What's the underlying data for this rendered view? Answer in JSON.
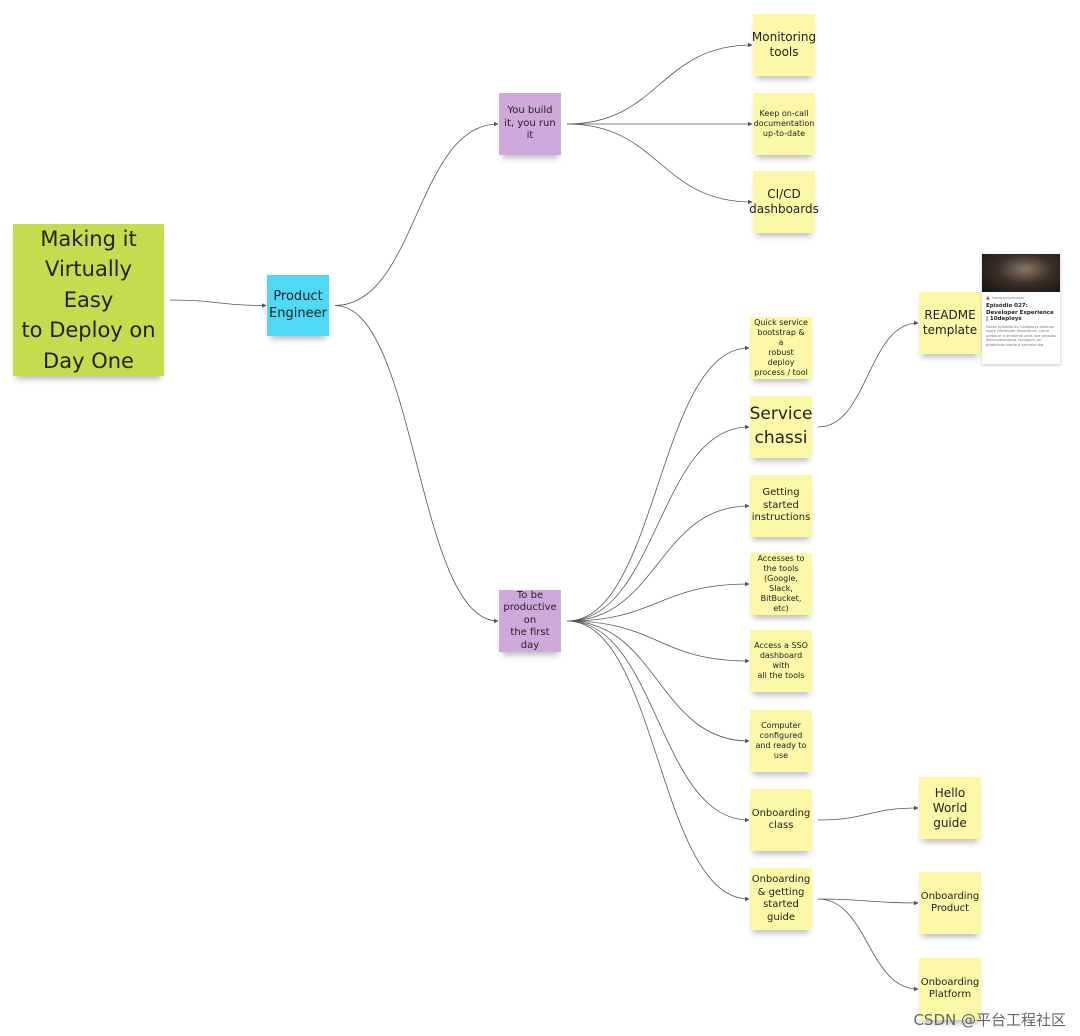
{
  "notes": {
    "root": "Making it\nVirtually Easy\nto Deploy on\nDay One",
    "product_engineer": "Product\nEngineer",
    "you_build": "You build\nit, you run\nit",
    "productive": "To be\nproductive on\nthe first day",
    "monitoring": "Monitoring\ntools",
    "oncall": "Keep on-call\ndocumentation\nup-to-date",
    "cicd": "CI/CD\ndashboards",
    "bootstrap": "Quick service\nbootstrap & a\nrobust deploy\nprocess / tool",
    "chassi": "Service\nchassi",
    "readme": "README\ntemplate",
    "getting_started": "Getting\nstarted\ninstructions",
    "accesses": "Accesses to\nthe tools\n(Google, Slack,\nBitBucket, etc)",
    "sso": "Access a SSO\ndashboard with\nall the tools",
    "computer": "Computer\nconfigured\nand ready to\nuse",
    "onboarding_class": "Onboarding\nclass",
    "hello_world": "Hello\nWorld\nguide",
    "onboarding_guide": "Onboarding\n& getting\nstarted guide",
    "onboarding_product": "Onboarding\nProduct",
    "onboarding_platform": "Onboarding\nPlatform"
  },
  "link_card": {
    "title": "Episódio 027: Developer Experience | 10deploys",
    "description": "Nesse episódio do 10deploys falamos sobre Developer Experience, como preparar o ambiente para que pessoas desenvolvedoras consigam ser produtivas desde o primeiro dia."
  },
  "watermark": "CSDN @平台工程社区",
  "colors": {
    "root": "#c5dc4e",
    "product_engineer": "#4fd9f5",
    "level2": "#cfa8dc",
    "leaf": "#fdf7a8",
    "connector": "#555555"
  }
}
